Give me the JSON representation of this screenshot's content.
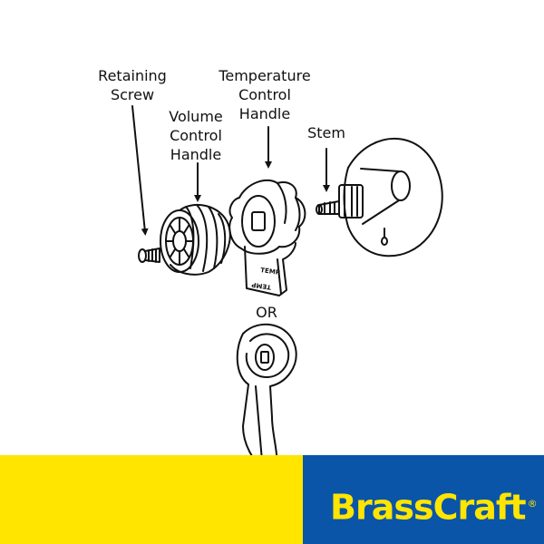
{
  "labels": {
    "retaining_screw": [
      "Retaining",
      "Screw"
    ],
    "volume_handle": [
      "Volume",
      "Control",
      "Handle"
    ],
    "temperature_handle": [
      "Temperature",
      "Control",
      "Handle"
    ],
    "stem": "Stem",
    "or": "OR",
    "temp_engraving": "TEMP"
  },
  "brand": {
    "name": "BrassCraft",
    "registered": "®"
  },
  "colors": {
    "banner_yellow": "#ffe500",
    "banner_blue": "#0a55a8",
    "logo_yellow": "#ffe500",
    "ink": "#111111"
  }
}
